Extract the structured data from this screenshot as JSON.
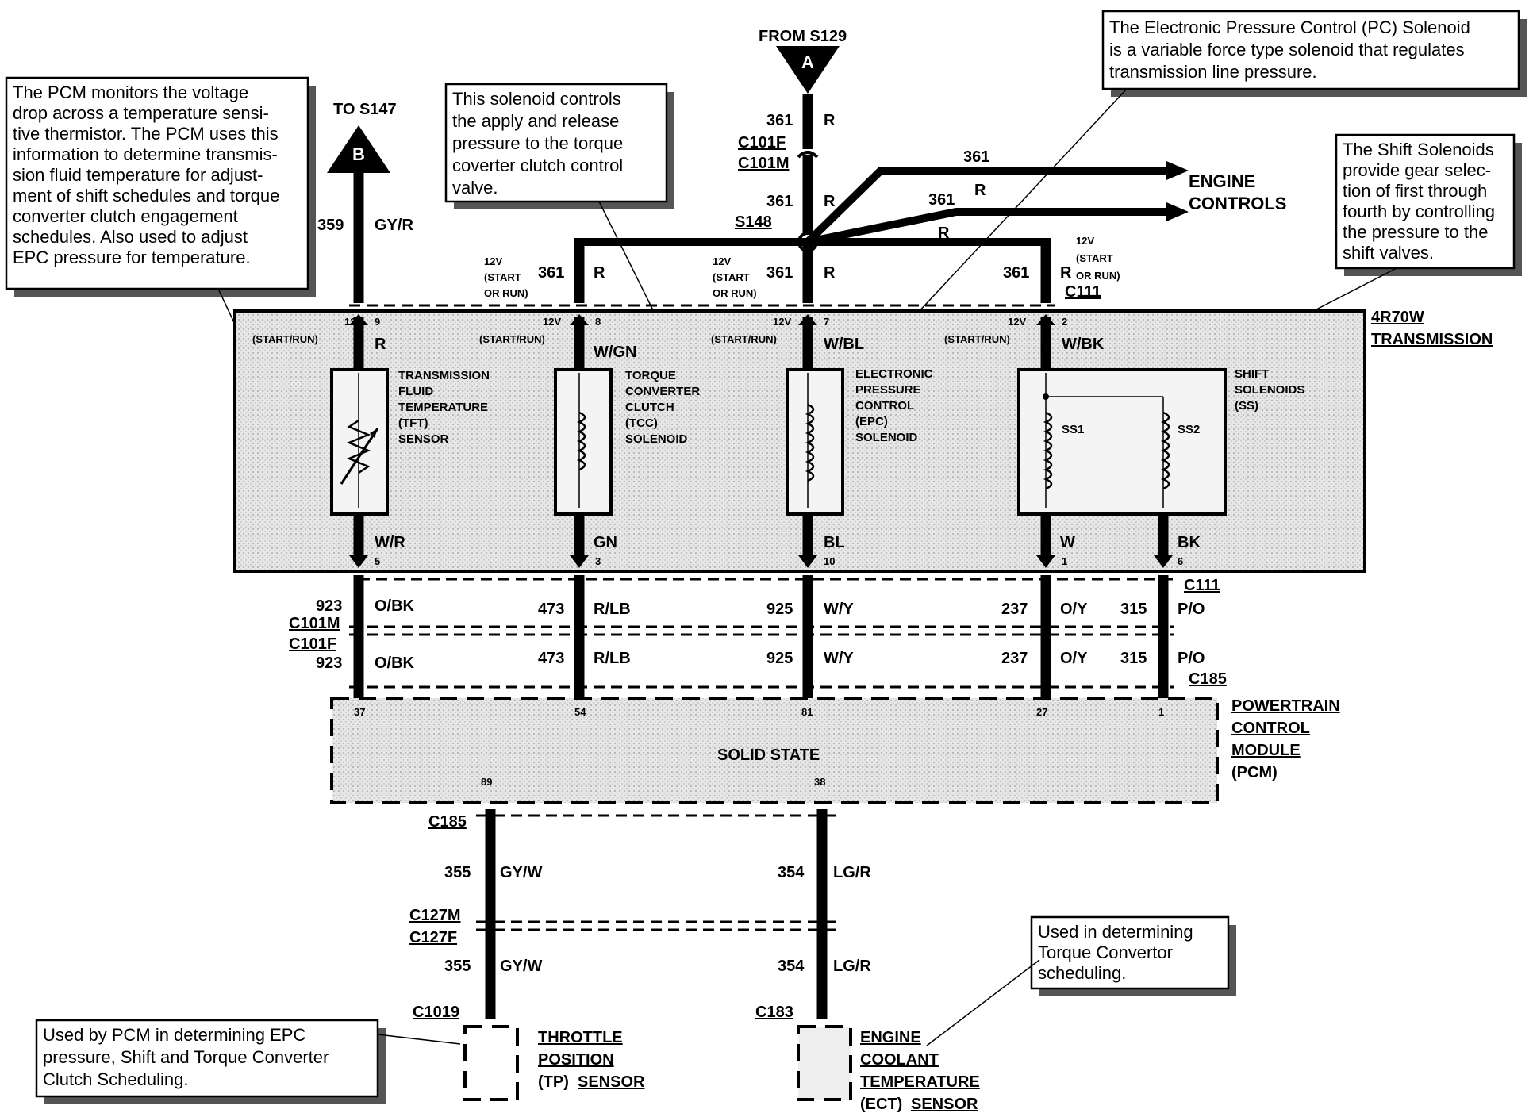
{
  "top_refs": {
    "from_s129": "FROM S129",
    "to_s147": "TO S147",
    "marker_a": "A",
    "marker_b": "B"
  },
  "feed": {
    "wire_361": "361",
    "color_r": "R",
    "c101f": "C101F",
    "c101m": "C101M",
    "s148": "S148",
    "engine_controls_line1": "ENGINE",
    "engine_controls_line2": "CONTROLS",
    "voltage_12v": "12V",
    "start_or_run_1": "(START",
    "start_or_run_2": "OR RUN)",
    "start_or_run_alt": "OR RUN)",
    "c111": "C111",
    "wire_359": "359",
    "color_gyr": "GY/R"
  },
  "transmission": {
    "title_line1": "4R70W",
    "title_line2": "TRANSMISSION",
    "start_run": "(START/RUN)",
    "pins_top": [
      "9",
      "8",
      "7",
      "2"
    ],
    "colors_top": [
      "R",
      "W/GN",
      "W/BL",
      "W/BK"
    ],
    "tft_label": [
      "TRANSMISSION",
      "FLUID",
      "TEMPERATURE",
      "(TFT)",
      "SENSOR"
    ],
    "tcc_label": [
      "TORQUE",
      "CONVERTER",
      "CLUTCH",
      "(TCC)",
      "SOLENOID"
    ],
    "epc_label": [
      "ELECTRONIC",
      "PRESSURE",
      "CONTROL",
      "(EPC)",
      "SOLENOID"
    ],
    "ss_label": [
      "SHIFT",
      "SOLENOIDS",
      "(SS)"
    ],
    "ss1": "SS1",
    "ss2": "SS2",
    "pins_bottom": [
      "5",
      "3",
      "10",
      "1",
      "6"
    ],
    "colors_bottom": [
      "W/R",
      "GN",
      "BL",
      "W",
      "BK"
    ]
  },
  "connectors": {
    "c111": "C111",
    "c101m": "C101M",
    "c101f": "C101F",
    "c185": "C185",
    "wires": [
      "923",
      "473",
      "925",
      "237",
      "315"
    ],
    "colors": [
      "O/BK",
      "R/LB",
      "W/Y",
      "O/Y",
      "P/O"
    ]
  },
  "pcm": {
    "label_line1": "POWERTRAIN",
    "label_line2": "CONTROL",
    "label_line3": "MODULE",
    "label_line4": "(PCM)",
    "solid_state": "SOLID STATE",
    "pins_top": [
      "37",
      "54",
      "81",
      "27",
      "1"
    ],
    "pins_bottom": [
      "89",
      "38"
    ]
  },
  "lower": {
    "c185": "C185",
    "c127m": "C127M",
    "c127f": "C127F",
    "c1019": "C1019",
    "c183": "C183",
    "wire_355": "355",
    "color_gyw": "GY/W",
    "wire_354": "354",
    "color_lgr": "LG/R",
    "tp_line1": "THROTTLE",
    "tp_line2": "POSITION",
    "tp_line3_a": "(TP)",
    "tp_line3_b": "SENSOR",
    "ect_line1": "ENGINE",
    "ect_line2": "COOLANT",
    "ect_line3": "TEMPERATURE",
    "ect_line4_a": "(ECT)",
    "ect_line4_b": "SENSOR"
  },
  "notes": {
    "pcm_monitor": [
      "The PCM monitors the voltage",
      "drop across a temperature sensi-",
      "tive thermistor. The PCM uses this",
      "information to determine transmis-",
      "sion fluid temperature for adjust-",
      "ment of shift schedules and torque",
      "converter clutch engagement",
      "schedules.  Also used to adjust",
      "EPC pressure for temperature."
    ],
    "solenoid_tcc": [
      "This solenoid controls",
      "the apply and release",
      "pressure to the torque",
      "coverter clutch control",
      "valve."
    ],
    "epc": [
      "The Electronic Pressure Control (PC) Solenoid",
      "is a variable force type solenoid that regulates",
      "transmission line pressure."
    ],
    "shift": [
      "The Shift Solenoids",
      "provide gear selec-",
      "tion of first through",
      "fourth by controlling",
      "the pressure to the",
      "shift valves."
    ],
    "torque_conv": [
      "Used in determining",
      "Torque Convertor",
      "scheduling."
    ],
    "tp": [
      "Used by PCM in determining EPC",
      "pressure, Shift and Torque Converter",
      "Clutch Scheduling."
    ]
  }
}
